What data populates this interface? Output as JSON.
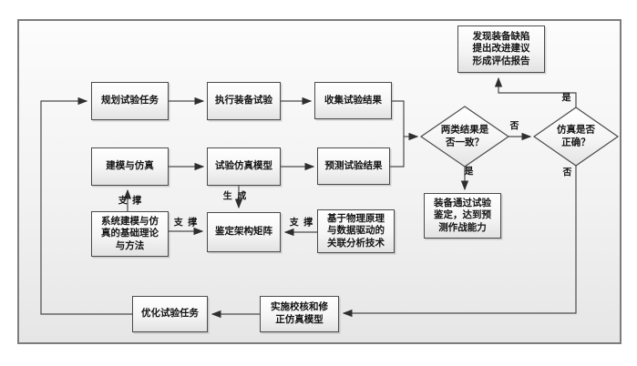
{
  "figure": {
    "type": "flowchart",
    "language": "zh-CN",
    "description": "Equipment test and evaluation workflow with modeling & simulation support"
  },
  "nodes": {
    "plan": {
      "label": "规划试验任务"
    },
    "execute": {
      "label": "执行装备试验"
    },
    "collect": {
      "label": "收集试验结果"
    },
    "modeling": {
      "label": "建模与仿真"
    },
    "sim_model": {
      "label": "试验仿真模型"
    },
    "predict": {
      "label": "预测试验结果"
    },
    "defect_report": {
      "label": "发现装备缺陷\n提出改进建议\n形成评估报告"
    },
    "consistent": {
      "label": "两类结果是\n否一致？"
    },
    "sim_correct": {
      "label": "仿真是否\n正确？"
    },
    "pass_appraisal": {
      "label": "装备通过试验\n鉴定，达到预\n测作战能力"
    },
    "matrix": {
      "label": "鉴定架构矩阵"
    },
    "theory": {
      "label": "系统建模与仿\n真的基础理论\n与方法"
    },
    "physics_tech": {
      "label": "基于物理原理\n与数据驱动的\n关联分析技术"
    },
    "optimize": {
      "label": "优化试验任务"
    },
    "verify": {
      "label": "实施校核和修\n正仿真模型"
    }
  },
  "edge_labels": {
    "support_vertical": "支 撑",
    "support_left": "支 撑",
    "support_right": "支 撑",
    "generate": "生 成",
    "no_1": "否",
    "yes_1": "是",
    "yes_2": "是",
    "no_2": "否"
  },
  "colors": {
    "panel_border": "#7d7d7d",
    "box_border": "#4a4a4a",
    "line": "#4a4a4a",
    "arrowhead": "#2e2e2e",
    "panel_fill": "#f0f0f0",
    "text": "#141414"
  }
}
